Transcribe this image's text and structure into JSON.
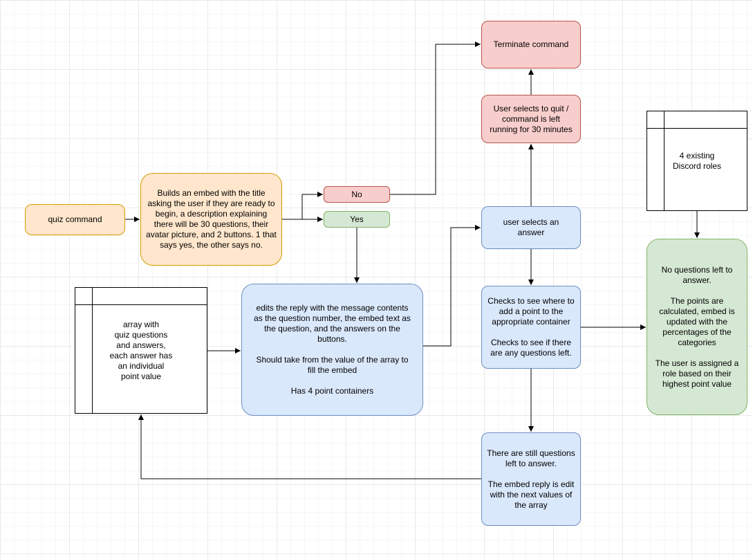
{
  "palette": {
    "orange_fill": "#ffe6cc",
    "orange_stroke": "#d79b00",
    "red_fill": "#f8cecc",
    "red_stroke": "#b85450",
    "green_fill": "#d5e8d4",
    "green_stroke": "#82b366",
    "blue_fill": "#dae8fc",
    "blue_stroke": "#6c8ebf",
    "white_fill": "#ffffff",
    "black_stroke": "#000000"
  },
  "nodes": {
    "quiz_command": {
      "label": "quiz command"
    },
    "builds_embed": {
      "label": "Builds an embed with the title asking the user if they are ready to begin, a description explaining there will be 30 questions, their avatar picture, and 2 buttons. 1 that says yes, the other says no."
    },
    "no": {
      "label": "No"
    },
    "yes": {
      "label": "Yes"
    },
    "terminate": {
      "label": "Terminate command"
    },
    "quit": {
      "label": "User selects to quit / command is left running for 30 minutes"
    },
    "user_selects_answer": {
      "label": "user selects an answer"
    },
    "checks": {
      "label": "Checks to see where to add a point to the appropriate container\n\nChecks to see if there are any questions left."
    },
    "edit_reply": {
      "label": "edits the reply with the message contents as the question number, the embed text as the question, and the answers on the buttons.\n\nShould take from the value of the array to fill the embed\n\nHas 4 point containers"
    },
    "quiz_array": {
      "label": "array with\nquiz questions\nand answers,\neach answer has\nan individual\npoint value"
    },
    "discord_roles": {
      "label": "4 existing\nDiscord roles"
    },
    "no_questions_left": {
      "label": "No questions left to answer.\n\nThe points are calculated, embed is updated with the percentages of the categories\n\nThe user is assigned a role based on their highest point value"
    },
    "questions_remaining": {
      "label": "There are still questions left to answer.\n\nThe embed reply is edit with the next values of the array"
    }
  },
  "edges": [
    {
      "from": "quiz-command",
      "to": "builds-embed"
    },
    {
      "from": "builds-embed",
      "to": "no"
    },
    {
      "from": "builds-embed",
      "to": "yes"
    },
    {
      "from": "no",
      "to": "terminate-command"
    },
    {
      "from": "quit-or-timeout",
      "to": "terminate-command"
    },
    {
      "from": "user-selects-answer",
      "to": "quit-or-timeout"
    },
    {
      "from": "yes",
      "to": "edit-reply"
    },
    {
      "from": "quiz-array",
      "to": "edit-reply"
    },
    {
      "from": "edit-reply",
      "to": "user-selects-answer"
    },
    {
      "from": "user-selects-answer",
      "to": "point-checks"
    },
    {
      "from": "point-checks",
      "to": "no-questions-left"
    },
    {
      "from": "point-checks",
      "to": "questions-remaining"
    },
    {
      "from": "questions-remaining",
      "to": "quiz-array"
    },
    {
      "from": "discord-roles",
      "to": "no-questions-left"
    }
  ]
}
